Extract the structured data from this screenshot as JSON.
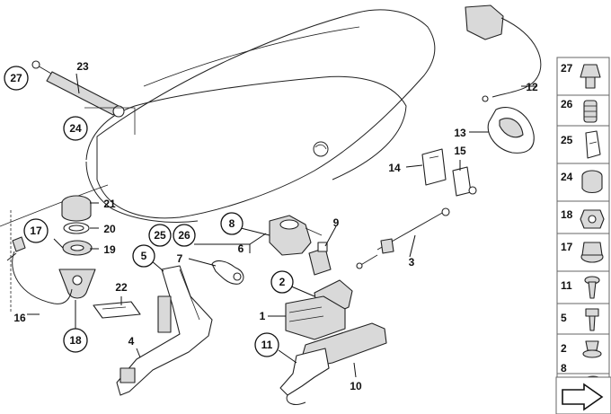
{
  "callouts": {
    "c1": "1",
    "c2": "2",
    "c3": "3",
    "c4": "4",
    "c5": "5",
    "c6": "6",
    "c7": "7",
    "c8": "8",
    "c9": "9",
    "c10": "10",
    "c11": "11",
    "c12": "12",
    "c13": "13",
    "c14": "14",
    "c15": "15",
    "c16": "16",
    "c17": "17",
    "c18": "18",
    "c19": "19",
    "c20": "20",
    "c21": "21",
    "c22": "22",
    "c23": "23",
    "c24": "24",
    "c25": "25",
    "c26": "26",
    "c27": "27"
  },
  "legend_column": {
    "items": [
      "27",
      "26",
      "25",
      "24",
      "18",
      "17",
      "11",
      "5",
      "2",
      "8"
    ]
  },
  "icons": {
    "next": "next-page-arrow-icon"
  },
  "colors": {
    "line": "#222222",
    "panel_border": "#666666",
    "part_fill": "#d9d9d9"
  }
}
